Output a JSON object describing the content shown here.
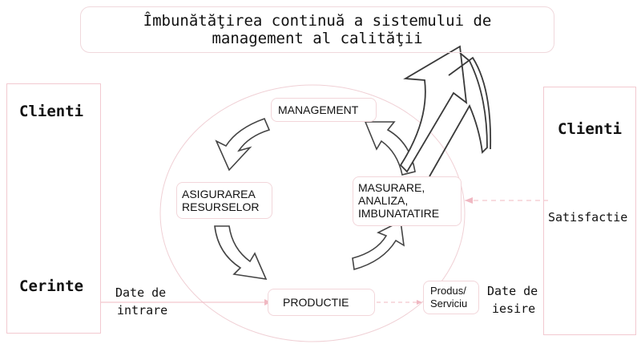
{
  "title": {
    "line1": "Îmbunătăţirea continuă a sistemului de",
    "line2": "management al calităţii"
  },
  "left": {
    "clienti": "Clienti",
    "cerinte": "Cerinte"
  },
  "right": {
    "clienti": "Clienti",
    "satisfactie": "Satisfactie"
  },
  "nodes": {
    "management": "MANAGEMENT",
    "asigurarea": [
      "ASIGURAREA",
      "RESURSELOR"
    ],
    "masurare": [
      "MASURARE,",
      "ANALIZA,",
      "IMBUNATATIRE"
    ],
    "productie": "PRODUCTIE",
    "produs": [
      "Produs/",
      "Serviciu"
    ]
  },
  "inputs": [
    "Date de",
    "intrare"
  ],
  "outputs": [
    "Date de",
    "iesire"
  ]
}
